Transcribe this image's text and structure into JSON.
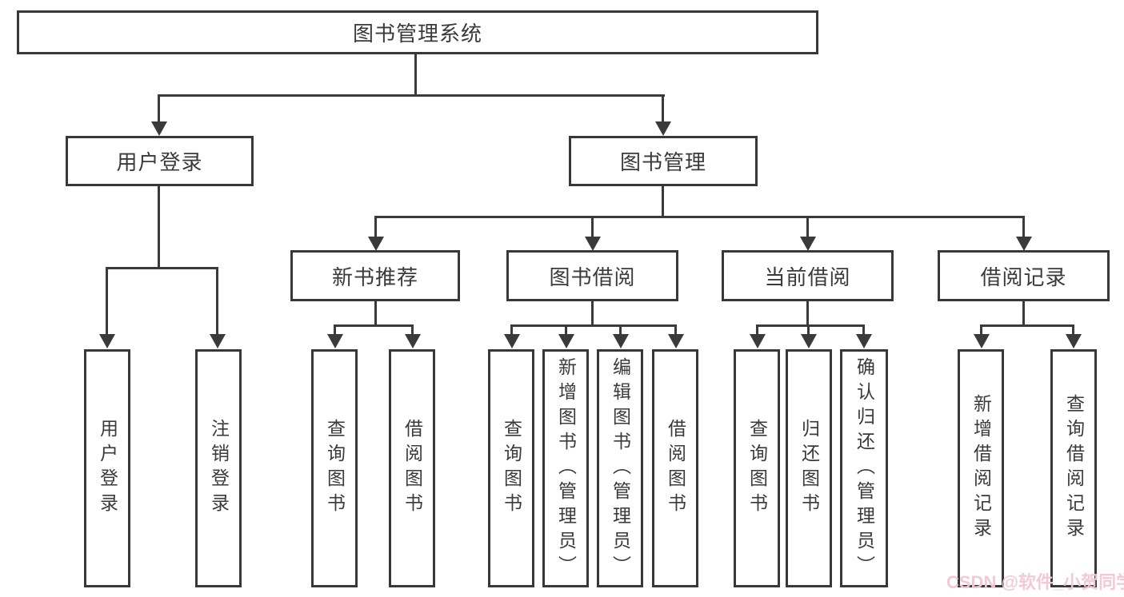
{
  "diagram": {
    "type": "hierarchy-tree",
    "title": "图书管理系统",
    "watermark": "CSDN @软件_小贺同学",
    "colors": {
      "background": "#ffffff",
      "line": "#3a3a3a",
      "box_border": "#383838",
      "box_fill": "#ffffff",
      "text": "#3a3a3a",
      "watermark": "#f2c7d2"
    },
    "nodes": {
      "root": {
        "label": "图书管理系统",
        "children": [
          "user_login",
          "book_management"
        ]
      },
      "user_login": {
        "label": "用户登录",
        "children": [
          "login",
          "logout"
        ]
      },
      "book_management": {
        "label": "图书管理",
        "children": [
          "new_book_recommend",
          "book_borrow",
          "current_borrow",
          "borrow_record"
        ]
      },
      "new_book_recommend": {
        "label": "新书推荐",
        "children": [
          "nbr_query_book",
          "nbr_borrow_book"
        ]
      },
      "book_borrow": {
        "label": "图书借阅",
        "children": [
          "bb_query_book",
          "bb_add_book",
          "bb_edit_book",
          "bb_borrow_book"
        ]
      },
      "current_borrow": {
        "label": "当前借阅",
        "children": [
          "cb_query_book",
          "cb_return_book",
          "cb_confirm_return"
        ]
      },
      "borrow_record": {
        "label": "借阅记录",
        "children": [
          "br_add_record",
          "br_query_record"
        ]
      },
      "login": {
        "label": "用户登录"
      },
      "logout": {
        "label": "注销登录"
      },
      "nbr_query_book": {
        "label": "查询图书"
      },
      "nbr_borrow_book": {
        "label": "借阅图书"
      },
      "bb_query_book": {
        "label": "查询图书"
      },
      "bb_add_book": {
        "label": "新增图书（管理员）"
      },
      "bb_edit_book": {
        "label": "编辑图书（管理员）"
      },
      "bb_borrow_book": {
        "label": "借阅图书"
      },
      "cb_query_book": {
        "label": "查询图书"
      },
      "cb_return_book": {
        "label": "归还图书"
      },
      "cb_confirm_return": {
        "label": "确认归还（管理员）"
      },
      "br_add_record": {
        "label": "新增借阅记录"
      },
      "br_query_record": {
        "label": "查询借阅记录"
      }
    }
  }
}
